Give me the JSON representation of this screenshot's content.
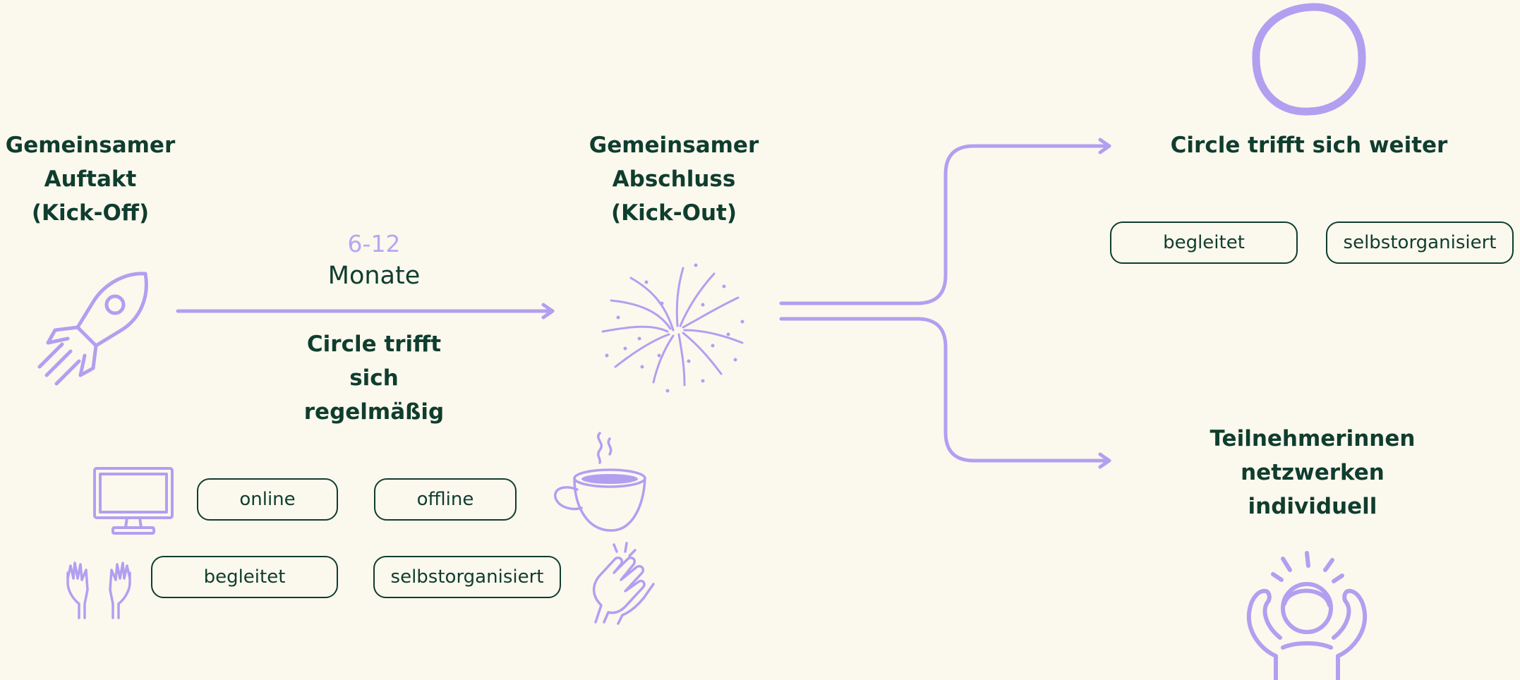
{
  "colors": {
    "background": "#fbf8ee",
    "text": "#0f3d2e",
    "accent": "#b29ff0"
  },
  "kickoff": {
    "lines": [
      "Gemeinsamer",
      "Auftakt",
      "(Kick-Off)"
    ],
    "icon": "rocket-icon"
  },
  "duration": {
    "range": "6-12",
    "unit": "Monate"
  },
  "meeting": {
    "lines": [
      "Circle trifft",
      "sich",
      "regelmäßig"
    ],
    "format_options": [
      "online",
      "offline"
    ],
    "mode_options": [
      "begleitet",
      "selbstorganisiert"
    ],
    "icons": [
      "monitor-icon",
      "coffee-cup-icon",
      "raised-hands-icon",
      "clapping-hands-icon"
    ]
  },
  "kickout": {
    "lines": [
      "Gemeinsamer",
      "Abschluss",
      "(Kick-Out)"
    ],
    "icon": "fireworks-icon"
  },
  "outcome_continue": {
    "title": "Circle trifft sich weiter",
    "options": [
      "begleitet",
      "selbstorganisiert"
    ],
    "icon": "circle-icon"
  },
  "outcome_network": {
    "lines": [
      "Teilnehmerinnen",
      "netzwerken",
      "individuell"
    ],
    "icon": "cheering-person-icon"
  }
}
